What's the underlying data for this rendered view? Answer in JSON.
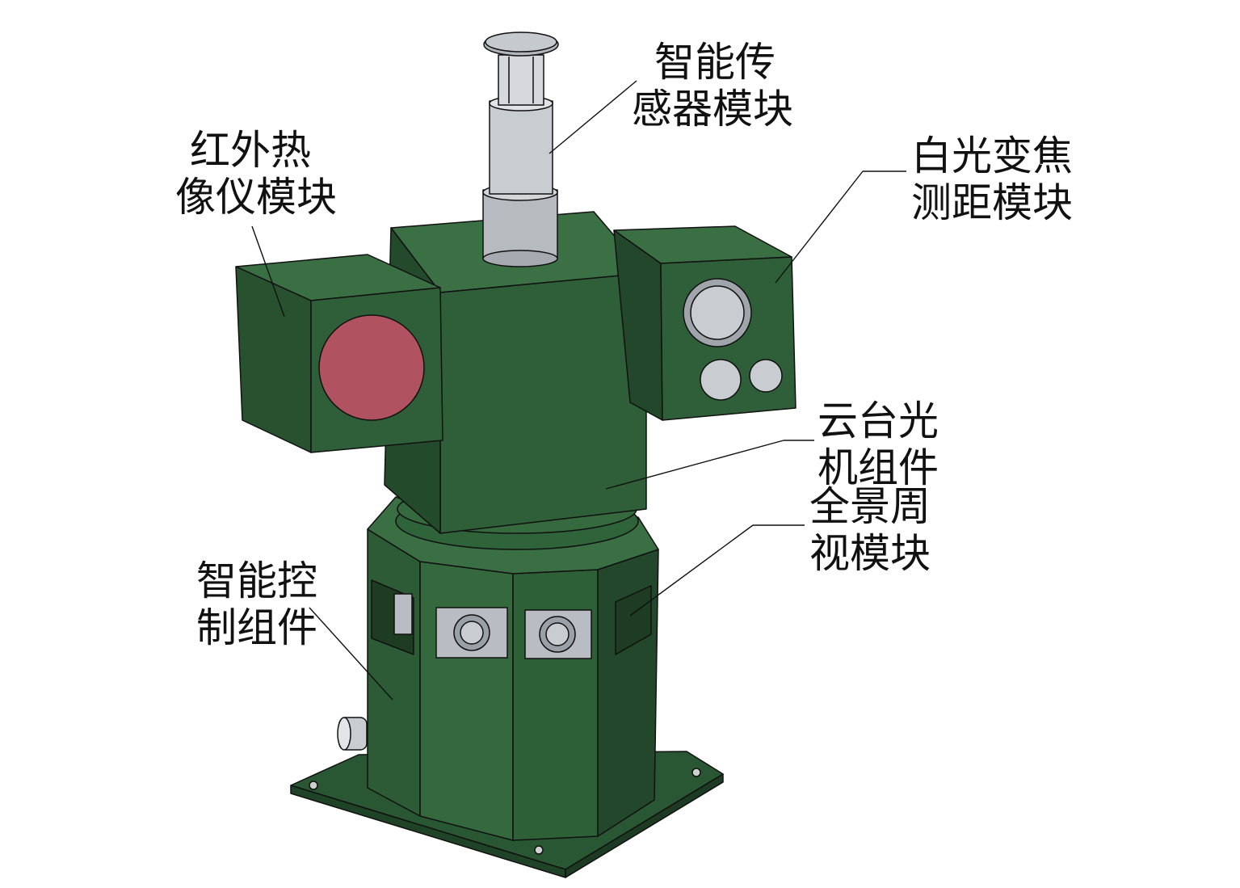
{
  "labels": {
    "sensor": {
      "line1": "智能传",
      "line2": "感器模块"
    },
    "infrared": {
      "line1": "红外热",
      "line2": "像仪模块"
    },
    "whitelight": {
      "line1": "白光变焦",
      "line2": "测距模块"
    },
    "gimbal": {
      "line1": "云台光",
      "line2": "机组件"
    },
    "panorama": {
      "line1": "全景周",
      "line2": "视模块"
    },
    "control": {
      "line1": "智能控",
      "line2": "制组件"
    }
  },
  "colors": {
    "body_green": "#2f5f38",
    "body_green_light": "#3b7045",
    "body_green_dark": "#23472b",
    "ir_lens": "#b0525f",
    "metal": "#c9ccd1",
    "metal_dark": "#8d9096",
    "outline": "#111111"
  }
}
